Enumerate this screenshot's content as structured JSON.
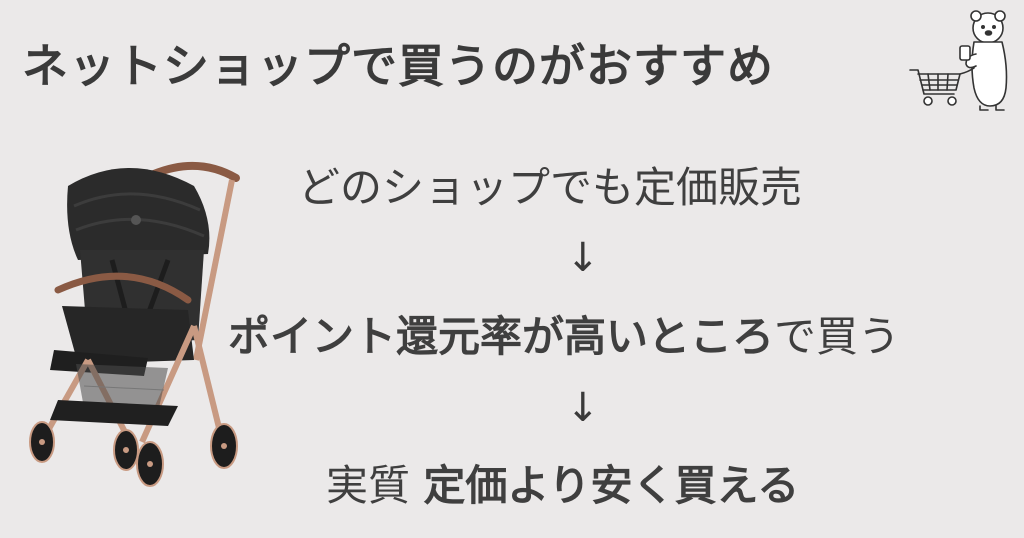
{
  "title": "ネットショップで買うのがおすすめ",
  "flow": {
    "step1": "どのショップでも定価販売",
    "arrow": "↓",
    "step2_bold": "ポイント還元率が高いところ",
    "step2_thin": "で買う",
    "step3_thin": "実質 ",
    "step3_bold": "定価より安く買える"
  },
  "icons": {
    "mascot": "bear-with-shopping-cart-icon",
    "product": "stroller-image"
  },
  "colors": {
    "background": "#ebe9e9",
    "text": "#3f3f3f",
    "frame_rose_gold": "#c89a82",
    "fabric": "#2b2b2b"
  }
}
